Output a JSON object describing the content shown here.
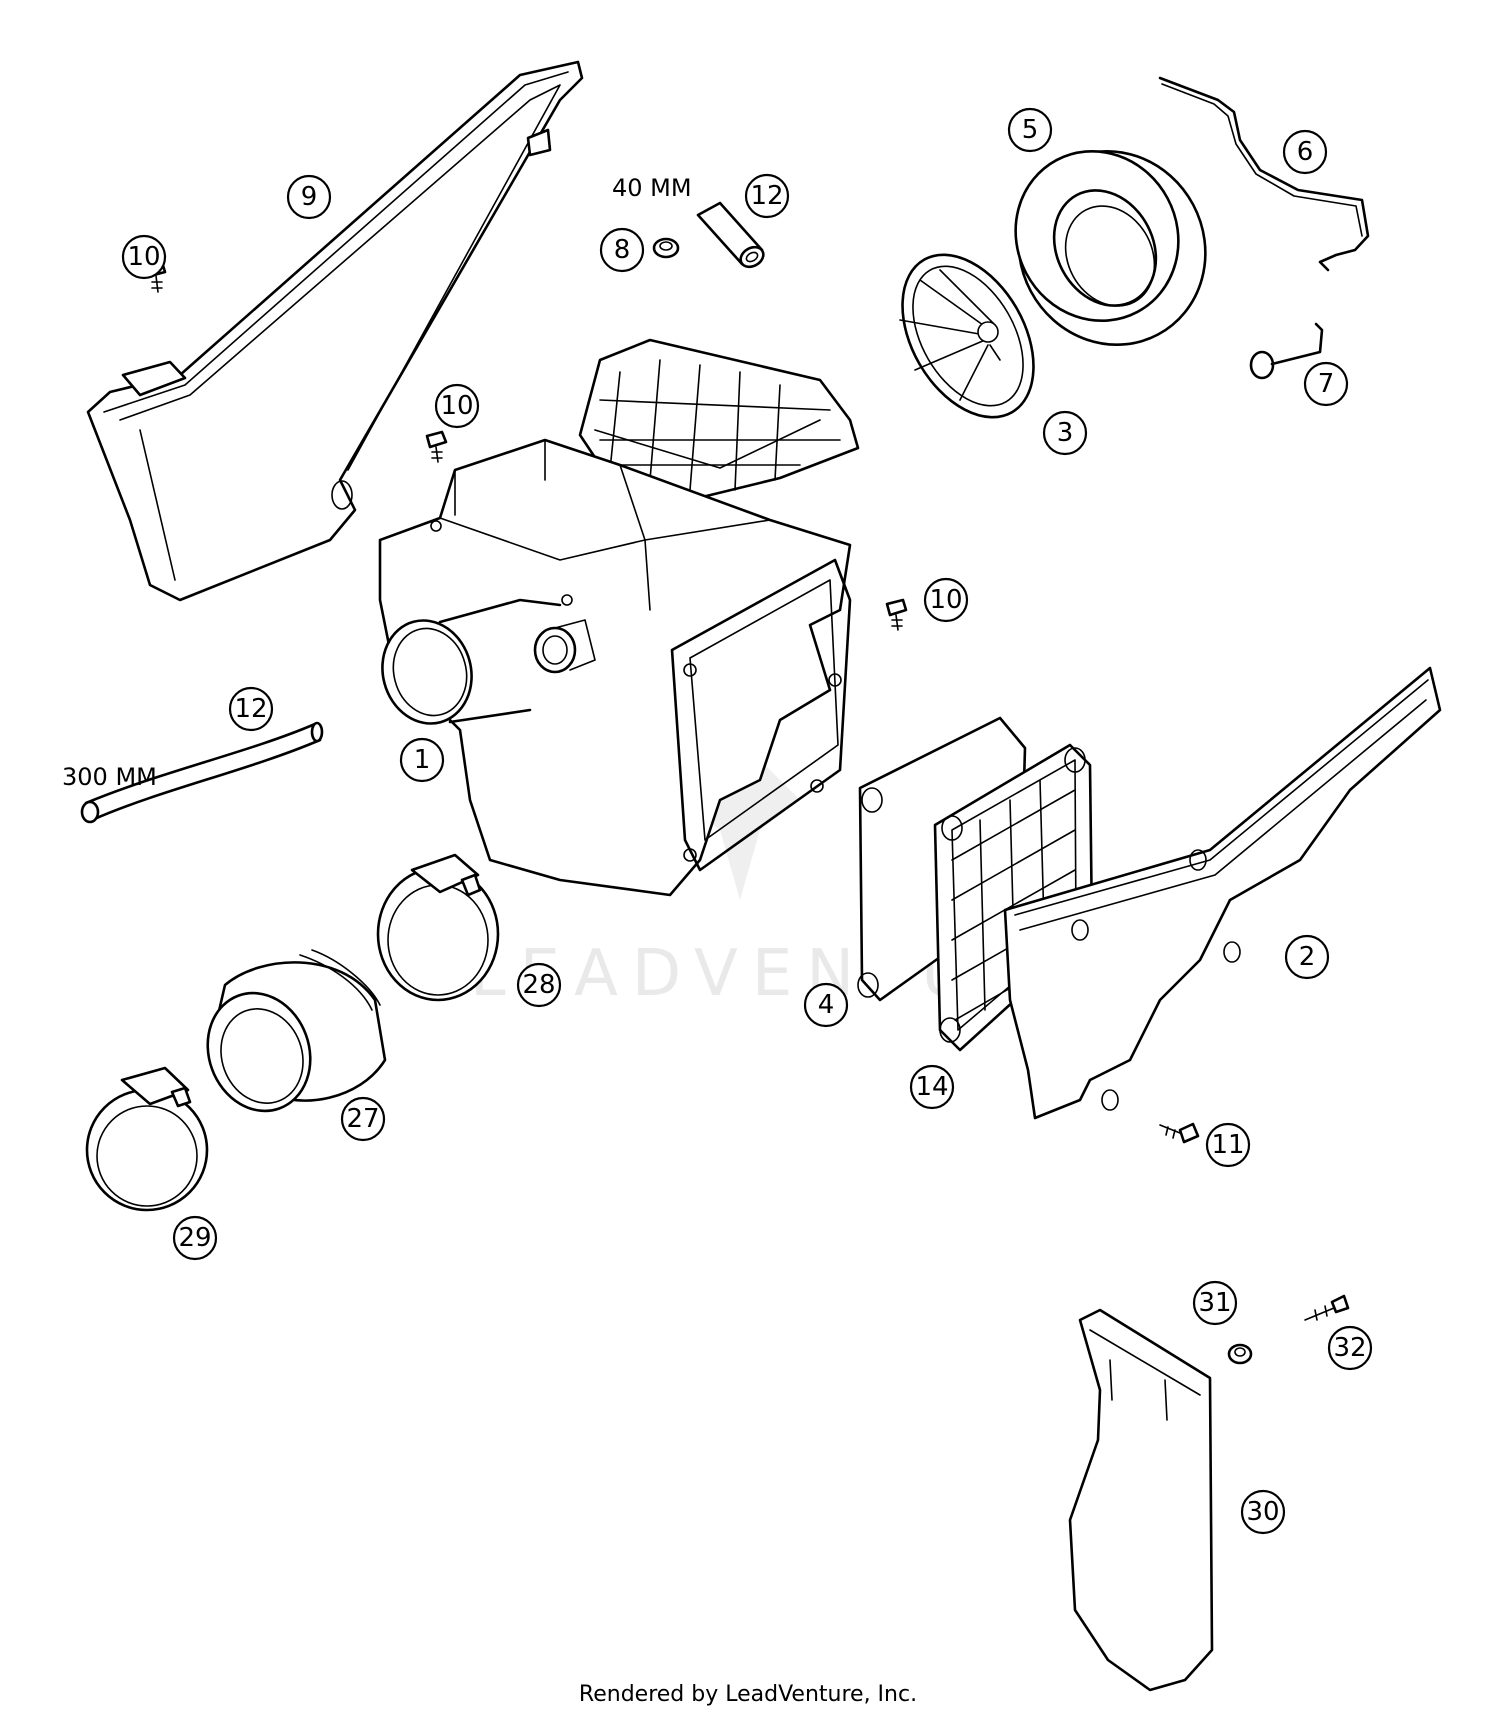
{
  "diagram": {
    "type": "exploded parts diagram",
    "watermark_text": "LEADVENTURE",
    "footer": "Rendered by LeadVenture, Inc.",
    "dimension_labels": {
      "short_tube": "40 MM",
      "long_tube": "300 MM"
    },
    "callouts": {
      "c1": "1",
      "c2": "2",
      "c3": "3",
      "c4": "4",
      "c5": "5",
      "c6": "6",
      "c7": "7",
      "c8": "8",
      "c9": "9",
      "c10a": "10",
      "c10b": "10",
      "c10c": "10",
      "c11": "11",
      "c12a": "12",
      "c12b": "12",
      "c14": "14",
      "c27": "27",
      "c28": "28",
      "c29": "29",
      "c30": "30",
      "c31": "31",
      "c32": "32"
    }
  }
}
